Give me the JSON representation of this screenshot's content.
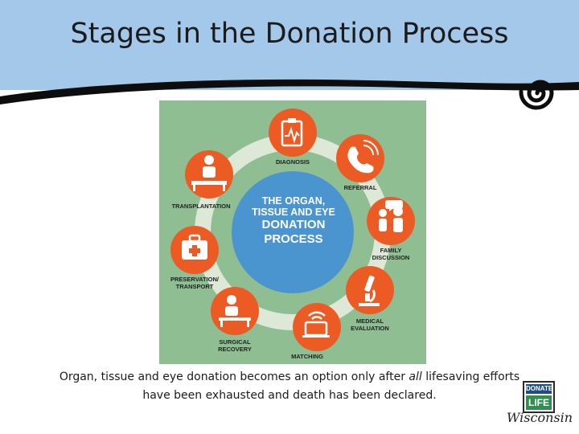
{
  "slide": {
    "title": "Stages in the Donation Process",
    "caption": {
      "before": "Organ, tissue and eye donation becomes an option only after ",
      "emphasis": "all",
      "after": " lifesaving efforts have been exhausted and death has been declared."
    }
  },
  "diagram": {
    "center_line1": "THE ORGAN,",
    "center_line2": "TISSUE AND EYE",
    "center_line3": "DONATION",
    "center_line4": "PROCESS",
    "stages": [
      {
        "label": "DIAGNOSIS",
        "icon": "clipboard-chart-icon"
      },
      {
        "label": "REFERRAL",
        "icon": "phone-icon"
      },
      {
        "label": "FAMILY DISCUSSION",
        "icon": "family-icon"
      },
      {
        "label": "MEDICAL EVALUATION",
        "icon": "microscope-icon"
      },
      {
        "label": "MATCHING",
        "icon": "laptop-wifi-icon"
      },
      {
        "label": "SURGICAL RECOVERY",
        "icon": "surgeon-icon"
      },
      {
        "label": "PRESERVATION/ TRANSPORT",
        "icon": "medical-case-icon"
      },
      {
        "label": "TRANSPLANTATION",
        "icon": "surgeon-bed-icon"
      }
    ],
    "colors": {
      "background": "#8fbe92",
      "ring": "#dde8d6",
      "center": "#4a94cf",
      "stage": "#ec5b24"
    }
  },
  "logo": {
    "top": "DONATE",
    "middle": "LIFE",
    "script": "Wisconsin"
  },
  "colors": {
    "header": "#a4c8ea",
    "swoosh": "#0d0d0d"
  }
}
